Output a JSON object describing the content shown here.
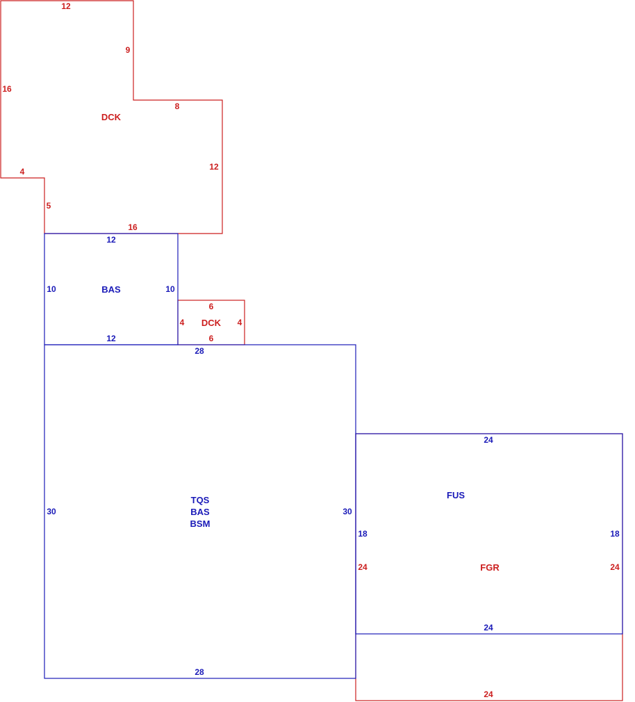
{
  "colors": {
    "red": "#cc1f1f",
    "blue": "#1a1ab8"
  },
  "deck_top": {
    "code": "DCK",
    "edges": {
      "top": "12",
      "upper_right": "9",
      "left": "16",
      "step": "8",
      "right": "12",
      "notch": "4",
      "lower_left": "5",
      "bottom": "16"
    }
  },
  "bas_upper": {
    "code": "BAS",
    "edges": {
      "top": "12",
      "left": "10",
      "right": "10",
      "bottom": "12"
    }
  },
  "deck_small": {
    "code": "DCK",
    "edges": {
      "top": "6",
      "left": "4",
      "right": "4",
      "bottom": "6"
    }
  },
  "main_block": {
    "codes": [
      "TQS",
      "BAS",
      "BSM"
    ],
    "edges": {
      "top": "28",
      "left": "30",
      "right": "30",
      "bottom": "28"
    }
  },
  "fus_block": {
    "code": "FUS",
    "edges": {
      "top": "24",
      "left": "18",
      "right": "18",
      "bottom": "24"
    }
  },
  "fgr_block": {
    "code": "FGR",
    "edges": {
      "left": "24",
      "right": "24",
      "bottom": "24"
    }
  }
}
